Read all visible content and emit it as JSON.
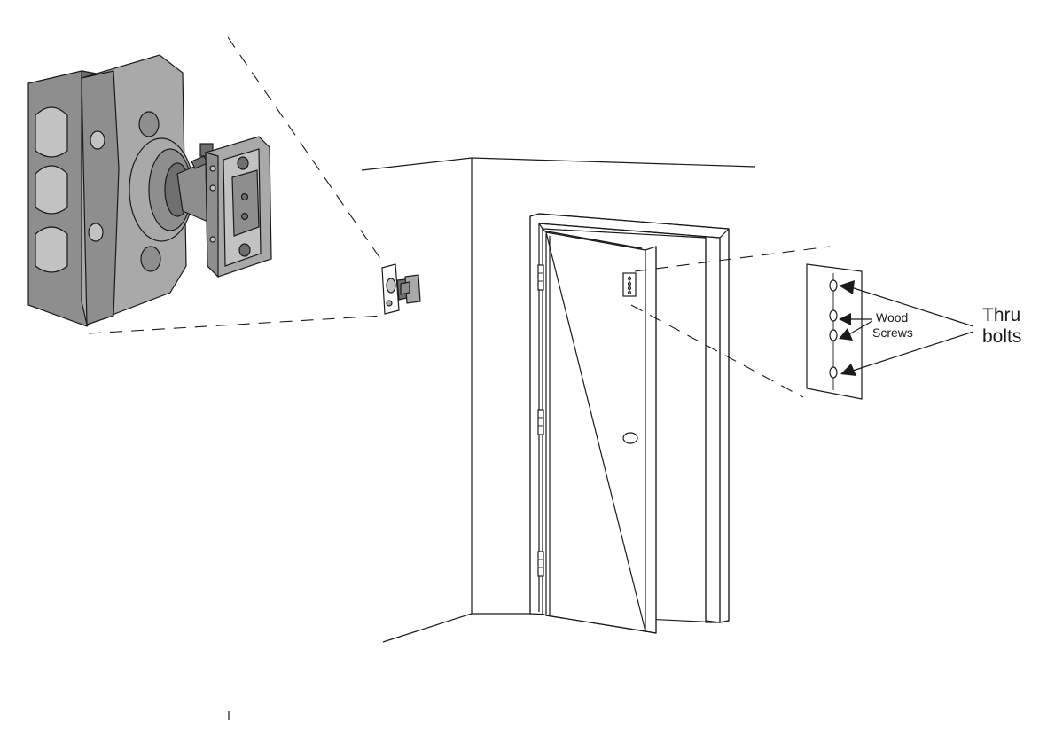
{
  "labels": {
    "wood_screws_line1": "Wood",
    "wood_screws_line2": "Screws",
    "thru_bolts_line1": "Thru",
    "thru_bolts_line2": "bolts"
  },
  "colors": {
    "line": "#1a1a1a",
    "bracket_gray": "#8e8e8e",
    "background": "#ffffff"
  }
}
